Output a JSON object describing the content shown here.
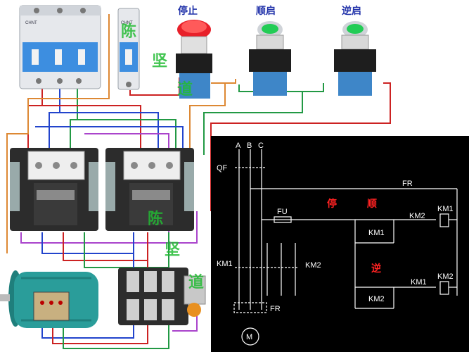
{
  "buttons": {
    "stop": "停止",
    "forward": "顺启",
    "reverse": "逆启"
  },
  "breaker_brand": "CHNT",
  "watermark": [
    "陈",
    "坚",
    "道",
    "陈",
    "坚",
    "道"
  ],
  "schematic": {
    "phases": [
      "A",
      "B",
      "C"
    ],
    "qf": "QF",
    "fu": "FU",
    "fr": "FR",
    "km1": "KM1",
    "km2": "KM2",
    "motor": "M",
    "stop_label": "停",
    "forward_label": "顺",
    "reverse_label": "逆"
  },
  "colors": {
    "schematic_bg": "#000000",
    "wire_red": "#cc2222",
    "wire_blue": "#2244cc",
    "wire_green": "#229944",
    "wire_orange": "#dd8833",
    "wire_purple": "#aa44cc",
    "button_red": "#e8202a",
    "button_green": "#22cc55",
    "motor_teal": "#2a9d9a"
  }
}
